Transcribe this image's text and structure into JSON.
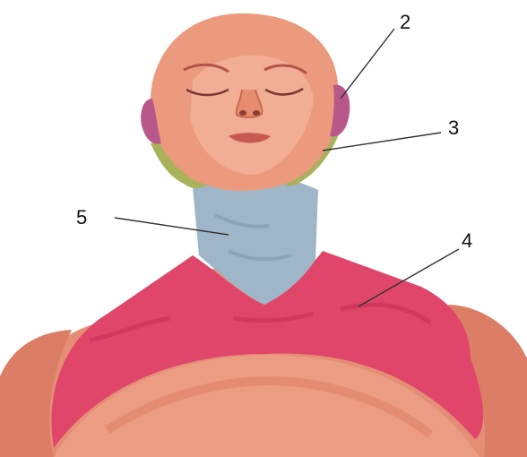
{
  "callouts": [
    {
      "id": "2",
      "label": "2",
      "region": "ear",
      "color": "#b8578a"
    },
    {
      "id": "3",
      "label": "3",
      "region": "jaw-angle",
      "color": "#a9b25a"
    },
    {
      "id": "4",
      "label": "4",
      "region": "upper-chest-shoulders",
      "color": "#e0466a"
    },
    {
      "id": "5",
      "label": "5",
      "region": "front-of-neck",
      "color": "#9fb6c8"
    }
  ],
  "colors": {
    "skin": "#ec9a7e",
    "skin_light": "#f4b9a0",
    "skin_shade": "#d9735a",
    "ear_zone": "#b8578a",
    "jaw_zone": "#a9b25a",
    "neck_zone": "#9fb6c8",
    "chest_zone": "#e0466a",
    "body_lower": "#e58e76"
  }
}
